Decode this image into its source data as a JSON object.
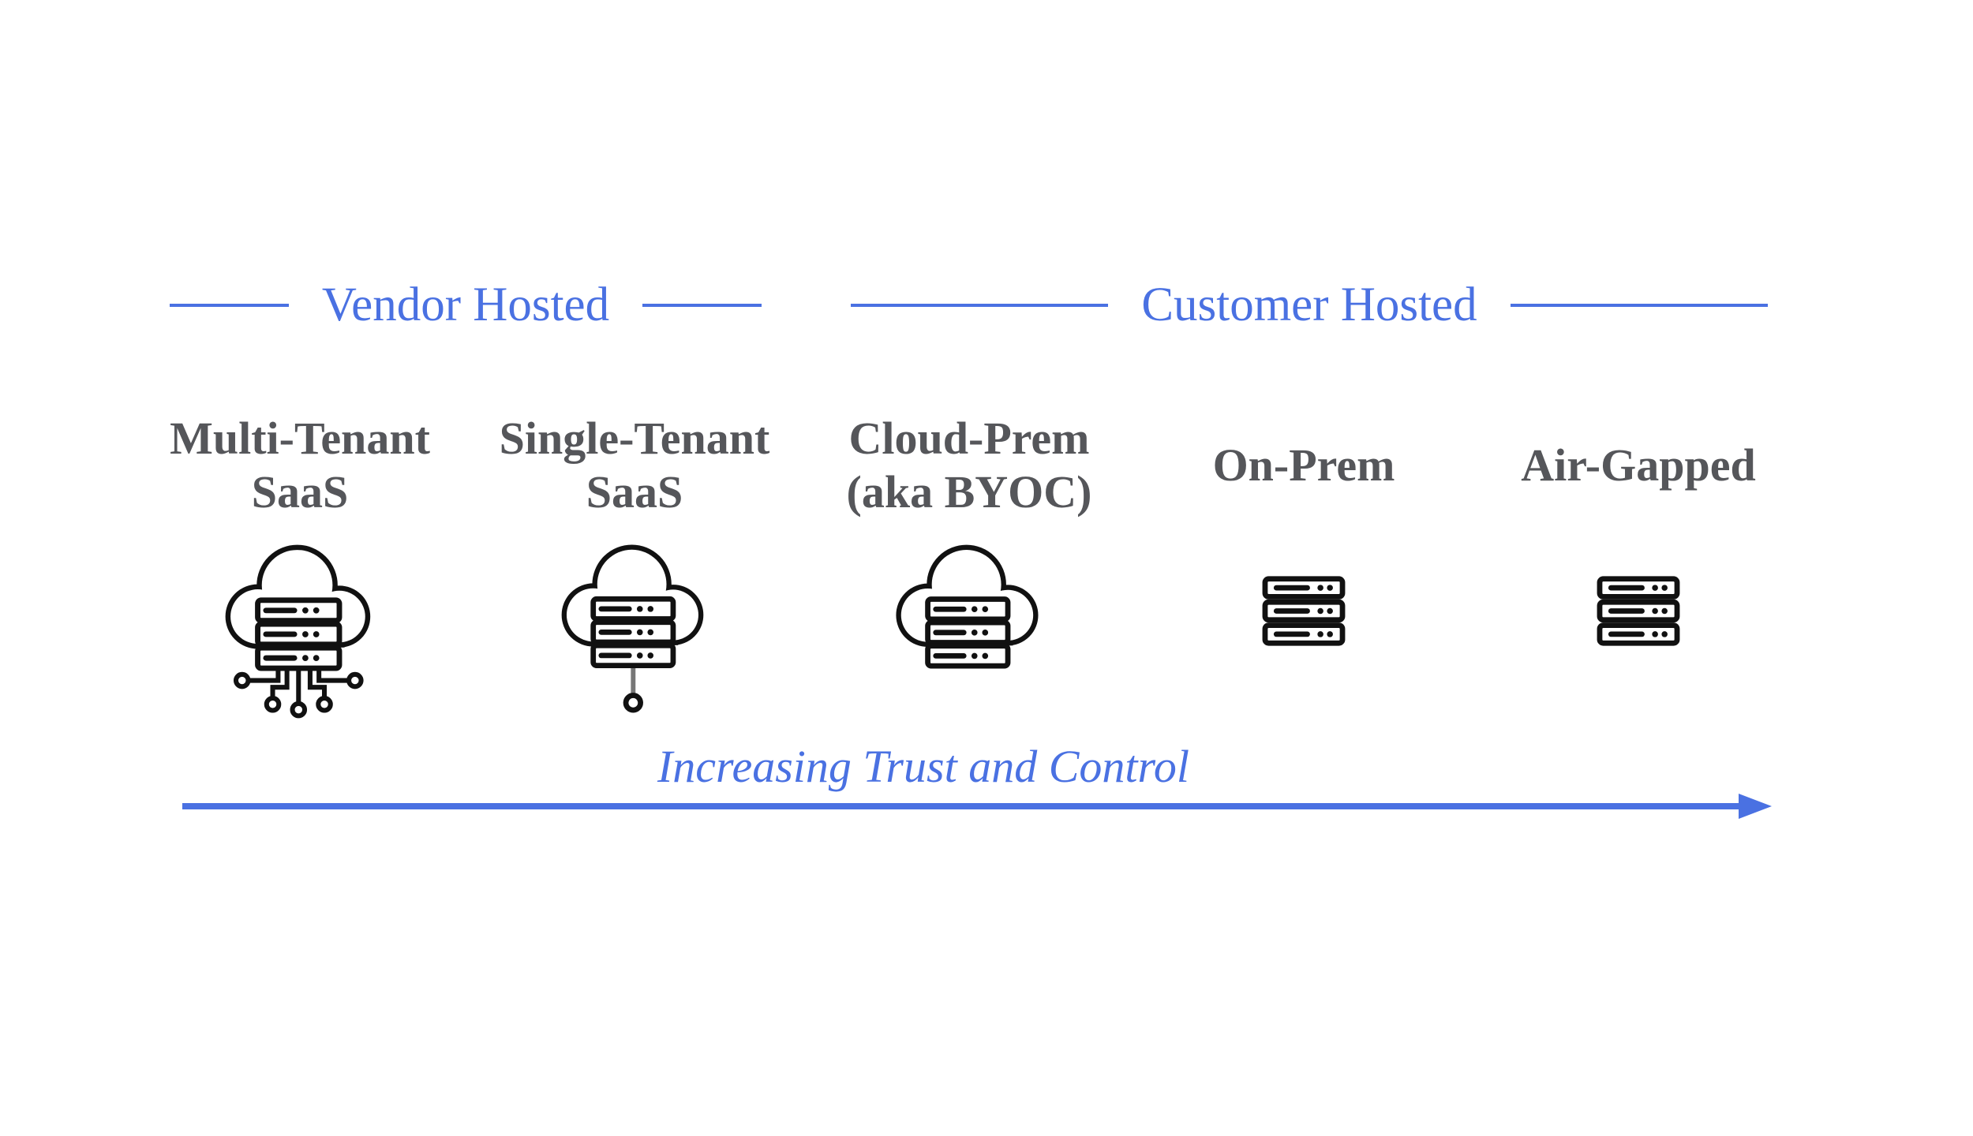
{
  "colors": {
    "accent_blue": "#4a71e2",
    "label_gray": "#55565a",
    "icon_black": "#111111",
    "stem_gray": "#777777",
    "background": "#ffffff"
  },
  "header": {
    "groups": [
      {
        "label": "Vendor Hosted"
      },
      {
        "label": "Customer Hosted"
      }
    ]
  },
  "columns": [
    {
      "label": "Multi-Tenant\nSaaS",
      "icon": "cloud-server-network-icon"
    },
    {
      "label": "Single-Tenant\nSaaS",
      "icon": "cloud-server-node-icon"
    },
    {
      "label": "Cloud-Prem\n(aka BYOC)",
      "icon": "cloud-server-icon"
    },
    {
      "label": "On-Prem",
      "icon": "server-rack-icon"
    },
    {
      "label": "Air-Gapped",
      "icon": "server-rack-icon"
    }
  ],
  "axis": {
    "label": "Increasing Trust and Control"
  }
}
